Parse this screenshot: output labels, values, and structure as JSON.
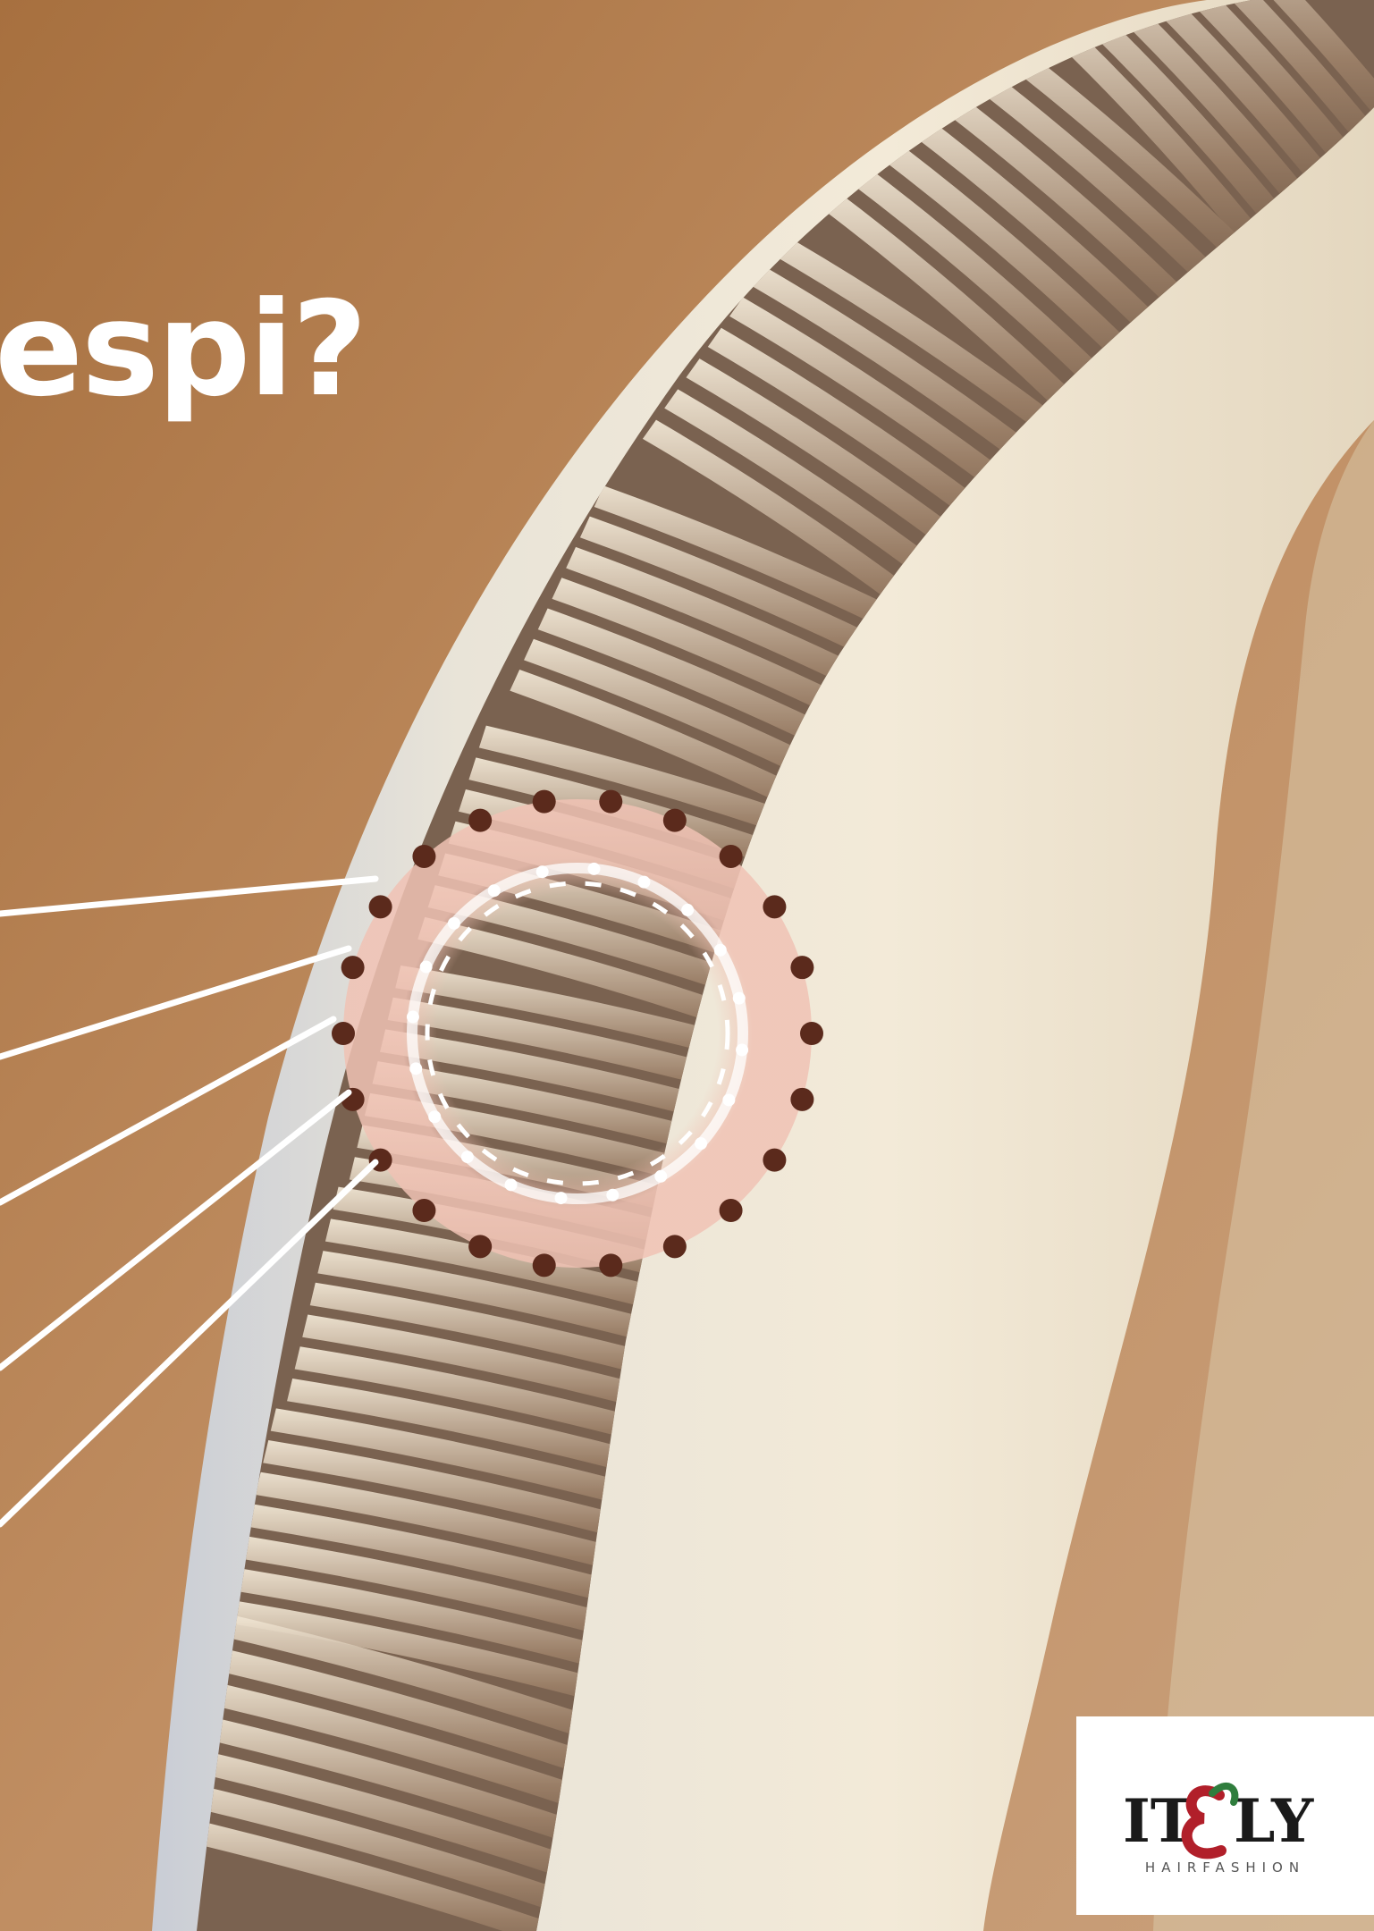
{
  "headline": "espi?",
  "logo": {
    "brand": "ITELY",
    "tagline": "HAIRFASHION"
  },
  "palette": {
    "background": "#b98558",
    "hair_shaft": "#ece3d0",
    "cuticle": "#6e5744",
    "highlight_ring": "#f0c2b4",
    "dot": "#5b2a1c",
    "callout_line": "#ffffff"
  }
}
